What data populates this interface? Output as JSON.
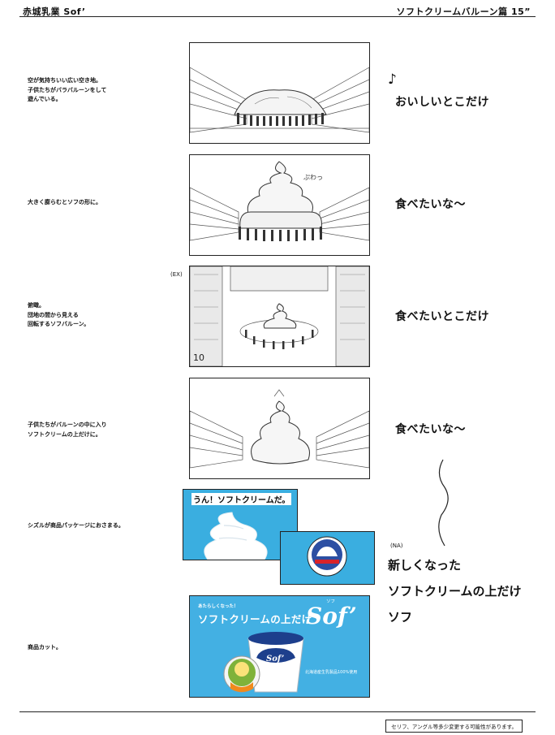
{
  "header": {
    "brand": "赤城乳業 Sof’",
    "title": "ソフトクリームバルーン篇 15”"
  },
  "footer": {
    "disclaimer": "セリフ、アングル等多少変更する可能性があります。"
  },
  "scenes": [
    {
      "desc": [
        "空が気持ちいい広い空き地。",
        "子供たちがバラバルーンをして",
        "遊んでいる。"
      ],
      "line": "おいしいとこだけ",
      "note_icon": "♪"
    },
    {
      "desc": [
        "大きく膨らむとソフの形に。"
      ],
      "line": "食べたいな～",
      "sfx": "ぷわっ"
    },
    {
      "desc": [
        "俯瞰。",
        "団地の間から見える",
        "回転するソフバルーン。"
      ],
      "line": "食べたいとこだけ",
      "marker": "(EX)",
      "frame_label": "10"
    },
    {
      "desc": [
        "子供たちがバルーンの中に入り",
        "ソフトクリームの上だけに。"
      ],
      "line": "食べたいな～"
    },
    {
      "desc": [
        "シズルが商品パッケージにおさまる。"
      ],
      "package_title": "うん！ソフトクリームだ。"
    },
    {
      "desc": [
        "商品カット。"
      ]
    }
  ],
  "narration": {
    "marker": "(NA)",
    "lines": [
      "新しくなった",
      "ソフトクリームの上だけ",
      "ソフ"
    ]
  },
  "product": {
    "small_copy": "あたらしくなった！",
    "main_copy": "ソフトクリームの上だけ",
    "logo": "Sof’",
    "logo_kana": "ソフ",
    "note": "北海道産生乳製品100%使用",
    "cup_logo": "Sof’"
  },
  "colors": {
    "package_blue": "#3aaee0",
    "text": "#111111"
  }
}
